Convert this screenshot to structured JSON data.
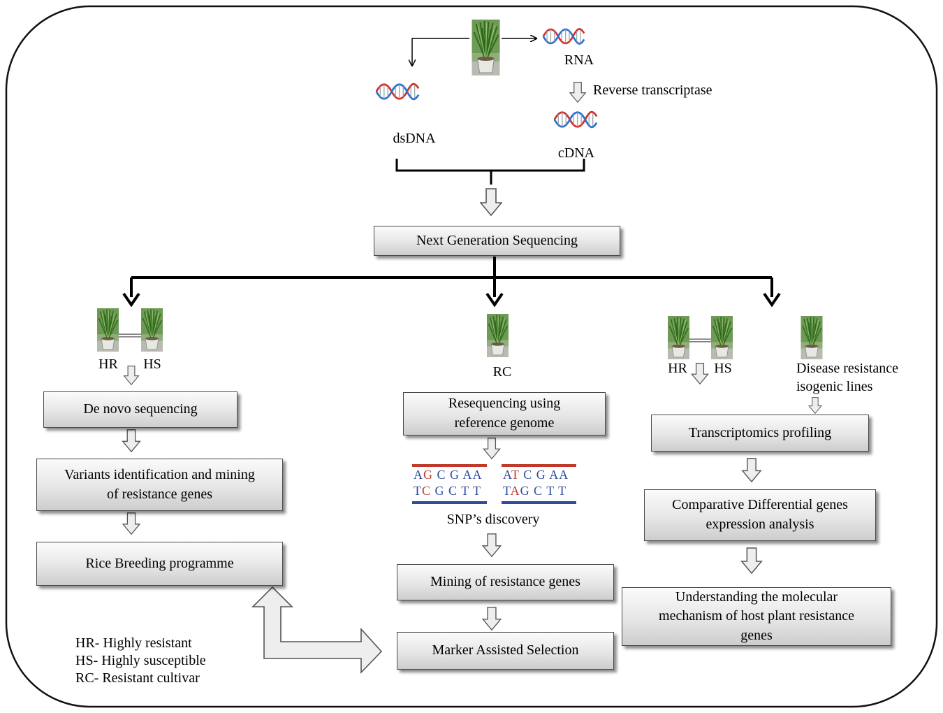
{
  "labels": {
    "rna": "RNA",
    "reverse_transcriptase": "Reverse transcriptase",
    "dsdna": "dsDNA",
    "cdna": "cDNA",
    "hr_left": "HR",
    "hs_left": "HS",
    "rc": "RC",
    "hr_right": "HR",
    "hs_right": "HS",
    "disease_resistance": "Disease resistance",
    "isogenic_lines": "isogenic lines",
    "snp_discovery": "SNP’s discovery"
  },
  "boxes": {
    "ngs": "Next Generation Sequencing",
    "de_novo": "De novo sequencing",
    "variants_line1": "Variants identification and mining",
    "variants_line2": "of resistance genes",
    "rice_breeding": "Rice Breeding programme",
    "reseq_line1": "Resequencing using",
    "reseq_line2": "reference genome",
    "mining": "Mining of resistance  genes",
    "mas": "Marker Assisted Selection",
    "transcriptomics": "Transcriptomics  profiling",
    "comparative_line1": "Comparative Differential genes",
    "comparative_line2": "expression analysis",
    "understanding_line1": "Understanding the molecular",
    "understanding_line2": "mechanism  of host plant resistance",
    "understanding_line3": "genes"
  },
  "snp": {
    "left_top": [
      "A",
      "G",
      " C G AA"
    ],
    "left_bottom": [
      "T",
      "C",
      " G C T T"
    ],
    "right_top": [
      "A",
      "T",
      " C G AA"
    ],
    "right_bottom": [
      "T",
      "A",
      "G C T T"
    ]
  },
  "legend": [
    "HR- Highly resistant",
    "HS- Highly susceptible",
    "RC- Resistant cultivar"
  ],
  "icons": [
    "rice-plant-icon",
    "dna-helix-icon",
    "hollow-down-arrow-icon",
    "double-headed-arrow-icon"
  ],
  "colors": {
    "box_fill_top": "#fbfbfb",
    "box_fill_bottom": "#cdcdcd",
    "dna_red": "#d0312d",
    "dna_blue": "#2d6fd0",
    "plant_green": "#4f8a3a",
    "snp_red": "#c0392b",
    "snp_blue": "#2e4a9e"
  }
}
